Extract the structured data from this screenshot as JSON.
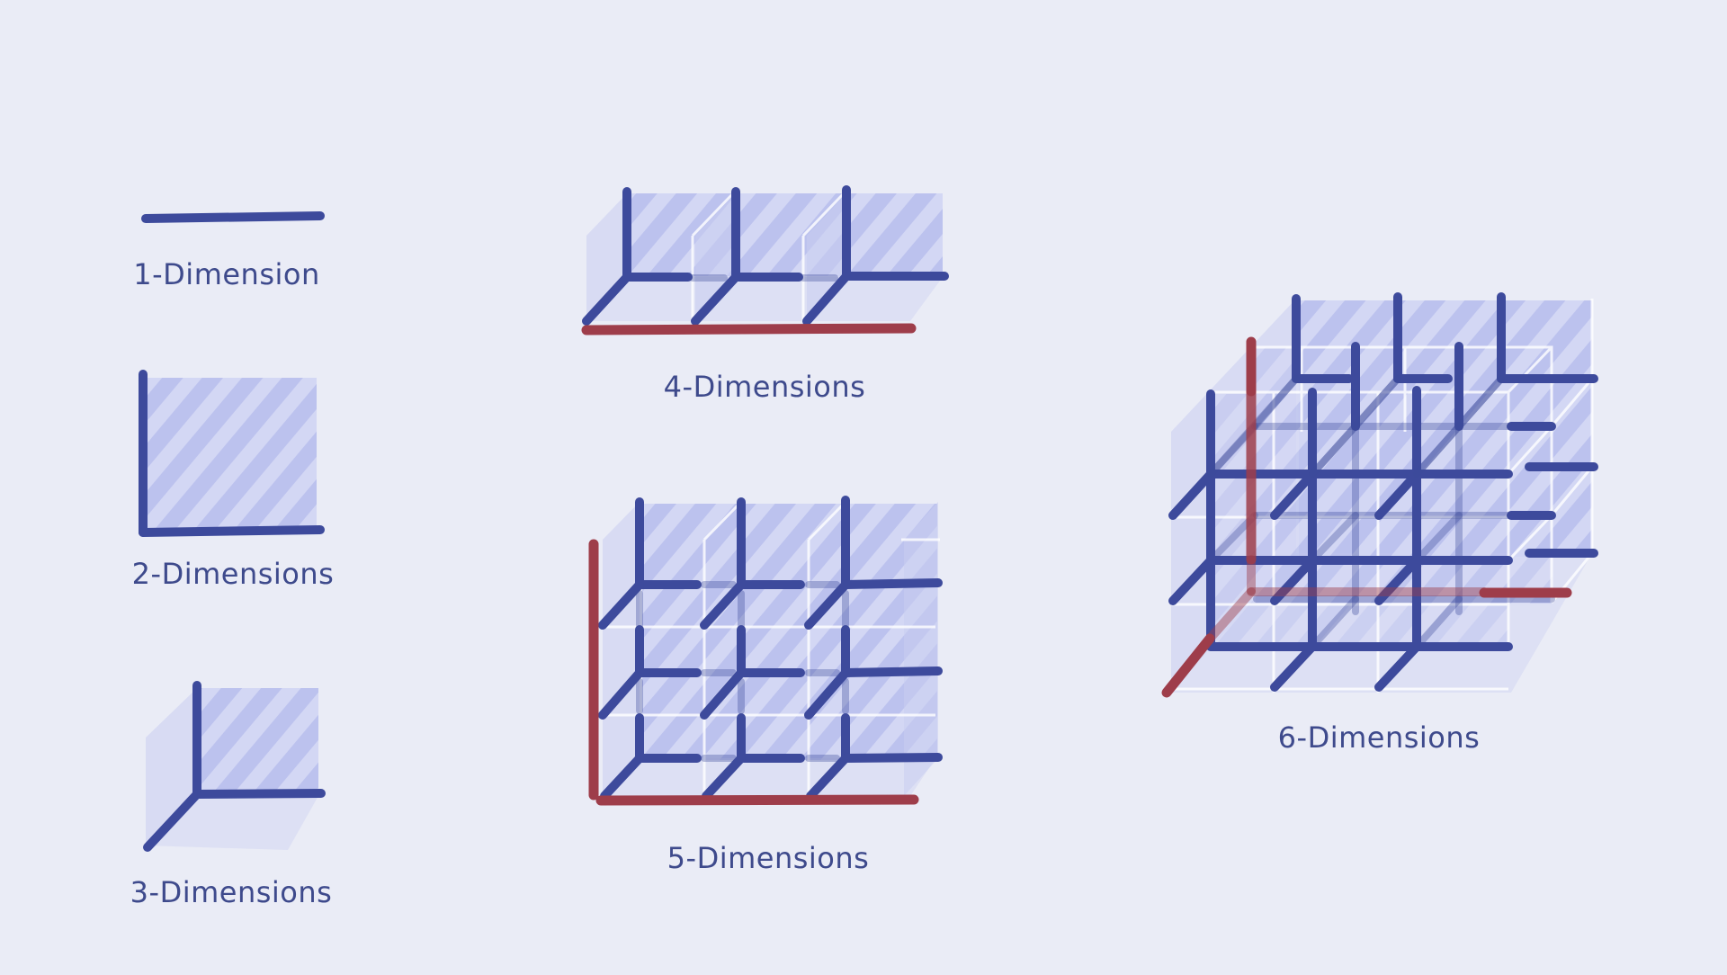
{
  "colors": {
    "background": "#eaecf6",
    "axis_blue": "#3d4a9c",
    "axis_red": "#9e3d4a",
    "label_text": "#3e4a8c",
    "face_fill": "#c4c9f0"
  },
  "figures": [
    {
      "id": "1d",
      "label": "1-Dimension",
      "shape": "line"
    },
    {
      "id": "2d",
      "label": "2-Dimensions",
      "shape": "square"
    },
    {
      "id": "3d",
      "label": "3-Dimensions",
      "shape": "cube"
    },
    {
      "id": "4d",
      "label": "4-Dimensions",
      "shape": "row of 3 cubes",
      "highlight_axis": "horizontal red line"
    },
    {
      "id": "5d",
      "label": "5-Dimensions",
      "shape": "3x3 grid of cubes",
      "highlight_axis": "red vertical and horizontal lines"
    },
    {
      "id": "6d",
      "label": "6-Dimensions",
      "shape": "3x3x2 block of cubes",
      "highlight_axis": "red vertical, horizontal and depth lines"
    }
  ]
}
